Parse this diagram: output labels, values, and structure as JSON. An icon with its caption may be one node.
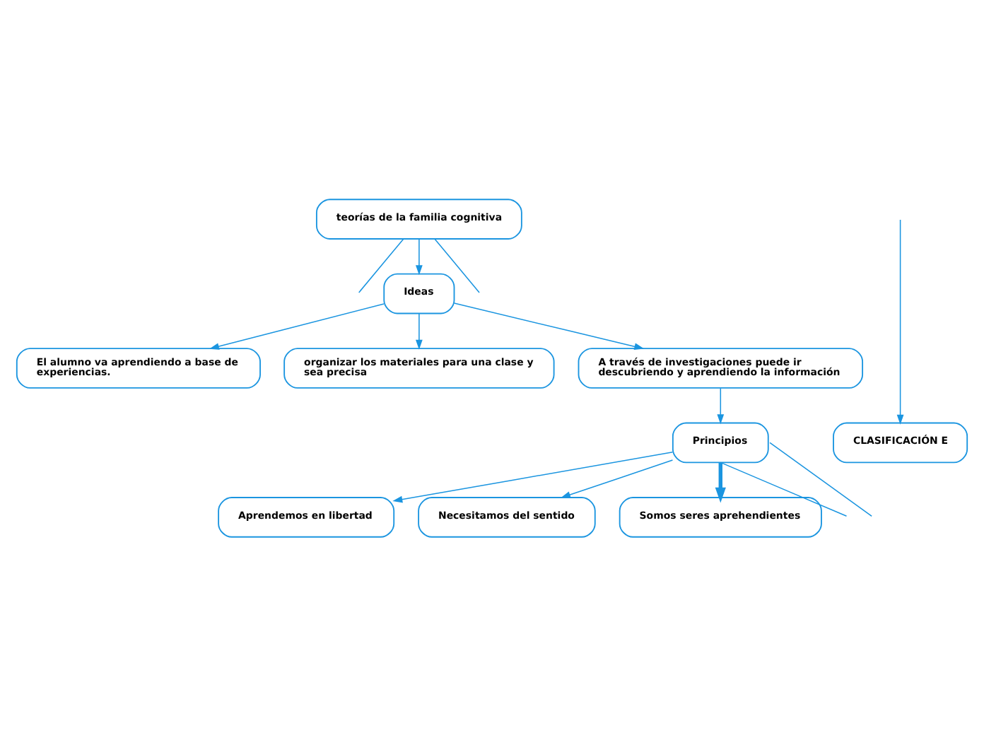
{
  "diagram": {
    "nodes": [
      {
        "text": [
          "teorías de la familia cognitiva"
        ]
      },
      {
        "text": [
          "Ideas"
        ]
      },
      {
        "text": [
          "El alumno va aprendiendo a base de experiencias."
        ]
      },
      {
        "text": [
          "organizar los materiales para una clase y sea precisa"
        ]
      },
      {
        "text": [
          "A través de investigaciones puede ir descubriendo y aprendiendo la información"
        ]
      },
      {
        "text": [
          "Principios"
        ]
      },
      {
        "text": [
          "Aprendemos en libertad"
        ]
      },
      {
        "text": [
          "Necesitamos del sentido"
        ]
      },
      {
        "text": [
          "Somos seres aprehendientes"
        ]
      },
      {
        "text": [
          "CLASIFICACIÓN E"
        ]
      }
    ],
    "edges": [
      {
        "from": 0,
        "to": null,
        "arrow": "none"
      },
      {
        "from": 0,
        "to": 1,
        "arrow": "to"
      },
      {
        "from": 0,
        "to": null,
        "arrow": "none"
      },
      {
        "from": 1,
        "to": 2,
        "arrow": "to"
      },
      {
        "from": 1,
        "to": 3,
        "arrow": "to"
      },
      {
        "from": 1,
        "to": 4,
        "arrow": "to"
      },
      {
        "from": 4,
        "to": 5,
        "arrow": "to"
      },
      {
        "from": 5,
        "to": 6,
        "arrow": "to"
      },
      {
        "from": 5,
        "to": 7,
        "arrow": "to"
      },
      {
        "from": 5,
        "to": 8,
        "arrow": "to",
        "style": "thick"
      },
      {
        "from": 5,
        "to": null,
        "arrow": "none"
      },
      {
        "from": 5,
        "to": null,
        "arrow": "none"
      },
      {
        "from": null,
        "to": 9,
        "arrow": "to"
      }
    ]
  }
}
